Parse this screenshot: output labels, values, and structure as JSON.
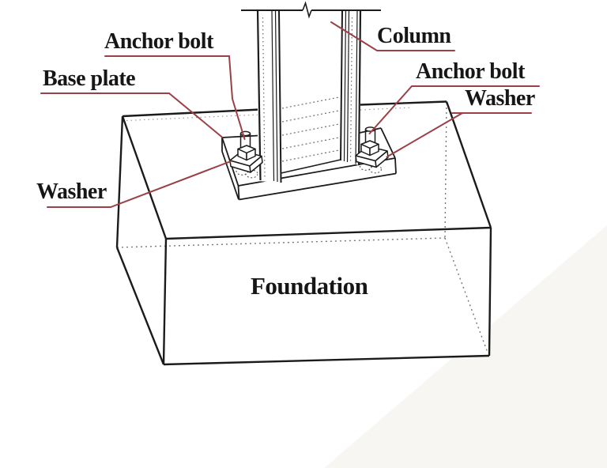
{
  "diagram": {
    "labels": {
      "anchor_bolt_left": "Anchor bolt",
      "base_plate": "Base plate",
      "washer_left": "Washer",
      "column": "Column",
      "anchor_bolt_right": "Anchor bolt",
      "washer_right": "Washer",
      "foundation": "Foundation"
    },
    "colors": {
      "leader_line": "#9b4046",
      "drawing_line": "#1b1b1b",
      "hidden_line": "#777777",
      "background": "#ffffff",
      "shade": "#f6f4ef"
    }
  }
}
